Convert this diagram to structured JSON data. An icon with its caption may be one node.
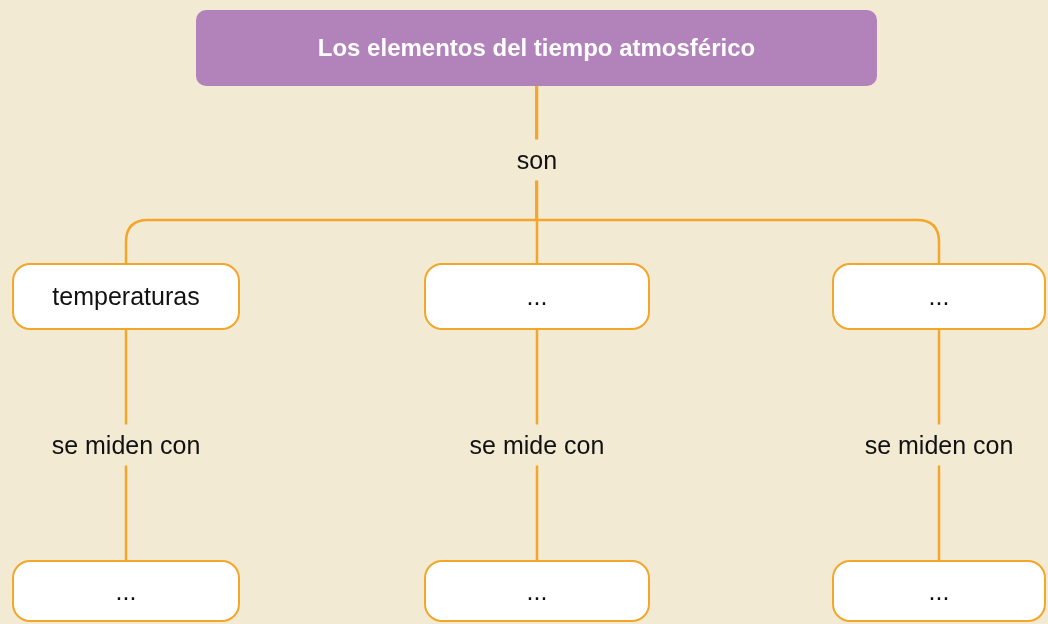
{
  "diagram": {
    "nodes": [
      {
        "text": [
          "Los elementos del tiempo atmosférico"
        ]
      },
      {
        "text": [
          "temperaturas"
        ]
      },
      {
        "text": [
          "..."
        ]
      },
      {
        "text": [
          "..."
        ]
      },
      {
        "text": [
          "..."
        ]
      },
      {
        "text": [
          "..."
        ]
      },
      {
        "text": [
          "..."
        ]
      }
    ],
    "edges": [
      {
        "from": 0,
        "to": 1,
        "arrow": "none"
      },
      {
        "from": 0,
        "to": 2,
        "arrow": "none",
        "label": "son"
      },
      {
        "from": 0,
        "to": 3,
        "arrow": "none"
      },
      {
        "from": 1,
        "to": 4,
        "arrow": "none",
        "label": "se miden con"
      },
      {
        "from": 2,
        "to": 5,
        "arrow": "none",
        "label": "se mide con"
      },
      {
        "from": 3,
        "to": 6,
        "arrow": "none",
        "label": "se miden con"
      }
    ]
  }
}
